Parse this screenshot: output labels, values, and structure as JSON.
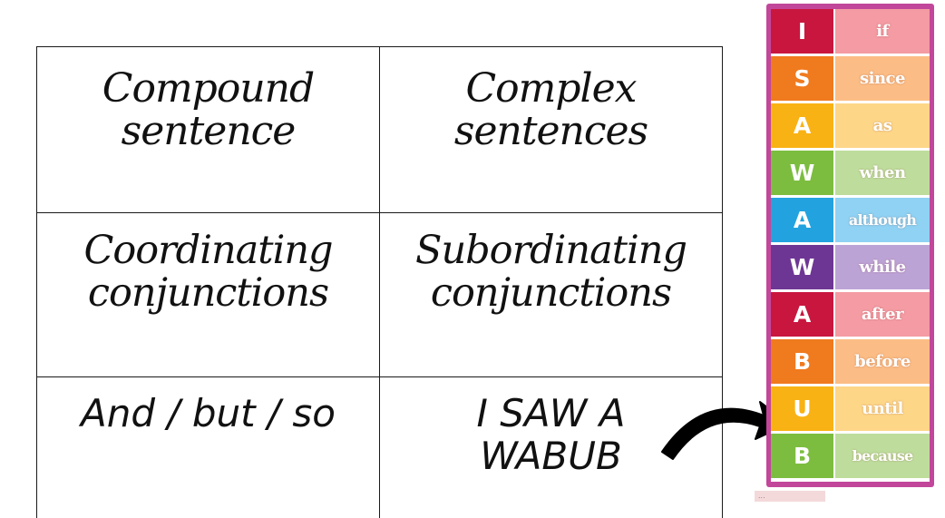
{
  "table": {
    "rows": [
      {
        "left": [
          "Compound",
          "sentence"
        ],
        "right": [
          "Complex",
          "sentences"
        ]
      },
      {
        "left": [
          "Coordinating",
          "conjunctions"
        ],
        "right": [
          "Subordinating",
          "conjunctions"
        ]
      },
      {
        "left": [
          "And / but / so"
        ],
        "right": [
          "I SAW A",
          "WABUB"
        ]
      }
    ]
  },
  "poster": {
    "border_color": "#c2479b",
    "rows": [
      {
        "letter": "I",
        "word": "if",
        "letter_color": "#c9163f",
        "word_color": "#f49ba3"
      },
      {
        "letter": "S",
        "word": "since",
        "letter_color": "#f07a1e",
        "word_color": "#fbbd85"
      },
      {
        "letter": "A",
        "word": "as",
        "letter_color": "#f9b214",
        "word_color": "#fdd688"
      },
      {
        "letter": "W",
        "word": "when",
        "letter_color": "#7cbd3f",
        "word_color": "#bedd9c"
      },
      {
        "letter": "A",
        "word": "although",
        "letter_color": "#22a3e0",
        "word_color": "#8fd2f3"
      },
      {
        "letter": "W",
        "word": "while",
        "letter_color": "#6e3694",
        "word_color": "#bca3d6"
      },
      {
        "letter": "A",
        "word": "after",
        "letter_color": "#c9163f",
        "word_color": "#f49ba3"
      },
      {
        "letter": "B",
        "word": "before",
        "letter_color": "#f07a1e",
        "word_color": "#fbbd85"
      },
      {
        "letter": "U",
        "word": "until",
        "letter_color": "#f9b214",
        "word_color": "#fdd688"
      },
      {
        "letter": "B",
        "word": "because",
        "letter_color": "#7cbd3f",
        "word_color": "#bedd9c"
      }
    ],
    "footer_text": "..."
  },
  "arrow": {
    "color": "#000000",
    "icon": "curved-arrow-icon"
  }
}
